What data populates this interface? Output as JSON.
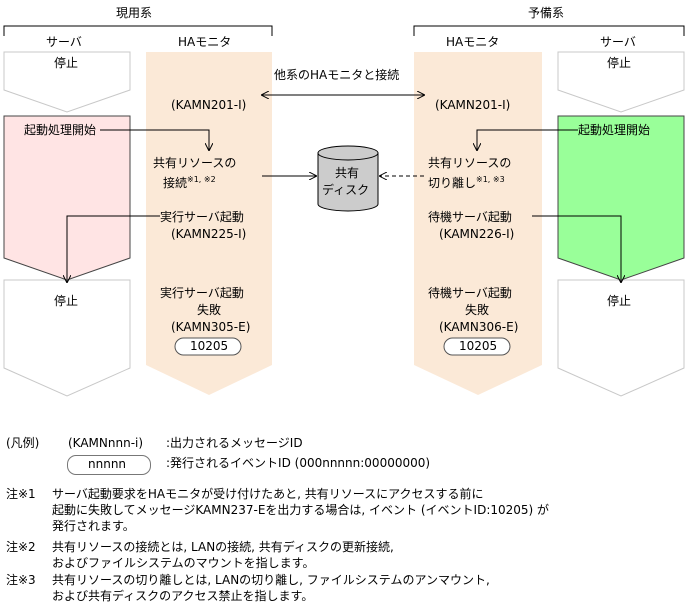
{
  "header": {
    "active_system": "現用系",
    "standby_system": "予備系"
  },
  "columns": {
    "active_server": "サーバ",
    "active_monitor": "HAモニタ",
    "standby_monitor": "HAモニタ",
    "standby_server": "サーバ"
  },
  "active_server": {
    "state_top": "停止",
    "process": "起動処理開始",
    "state_bottom": "停止"
  },
  "standby_server": {
    "state_top": "停止",
    "process": "起動処理開始",
    "state_bottom": "停止"
  },
  "connection_label": "他系のHAモニタと接続",
  "active_monitor": {
    "msg1": "(KAMN201-I)",
    "shared_line1": "共有リソースの",
    "shared_line2": "接続",
    "shared_note": "※1, ※2",
    "start_server": "実行サーバ起動",
    "msg2": "(KAMN225-I)",
    "fail_line1": "実行サーバ起動",
    "fail_line2": "失敗",
    "msg3": "(KAMN305-E)",
    "event": "10205"
  },
  "standby_monitor": {
    "msg1": "(KAMN201-I)",
    "shared_line1": "共有リソースの",
    "shared_line2": "切り離し",
    "shared_note": "※1, ※3",
    "start_server": "待機サーバ起動",
    "msg2": "(KAMN226-I)",
    "fail_line1": "待機サーバ起動",
    "fail_line2": "失敗",
    "msg3": "(KAMN306-E)",
    "event": "10205"
  },
  "disk": {
    "line1": "共有",
    "line2": "ディスク"
  },
  "legend": {
    "title": "(凡例)",
    "msg_sample": "(KAMNnnn-i)",
    "msg_desc": ":出力されるメッセージID",
    "event_sample": "nnnnn",
    "event_desc": ":発行されるイベントID (000nnnnn:00000000)"
  },
  "notes": [
    {
      "mark": "注※1",
      "lines": [
        "サーバ起動要求をHAモニタが受け付けたあと, 共有リソースにアクセスする前に",
        "起動に失敗してメッセージKAMN237-Eを出力する場合は, イベント (イベントID:10205) が",
        "発行されます。"
      ]
    },
    {
      "mark": "注※2",
      "lines": [
        "共有リソースの接続とは, LANの接続, 共有ディスクの更新接続,",
        "およびファイルシステムのマウントを指します。"
      ]
    },
    {
      "mark": "注※3",
      "lines": [
        "共有リソースの切り離しとは, LANの切り離し, ファイルシステムのアンマウント,",
        "および共有ディスクのアクセス禁止を指します。"
      ]
    }
  ],
  "colors": {
    "monitor_fill": "#fbe9d7",
    "active_server_fill": "#ffe4e4",
    "standby_server_fill": "#99ff99",
    "disk_fill": "#cccccc",
    "outline": "#c8c8c8"
  }
}
